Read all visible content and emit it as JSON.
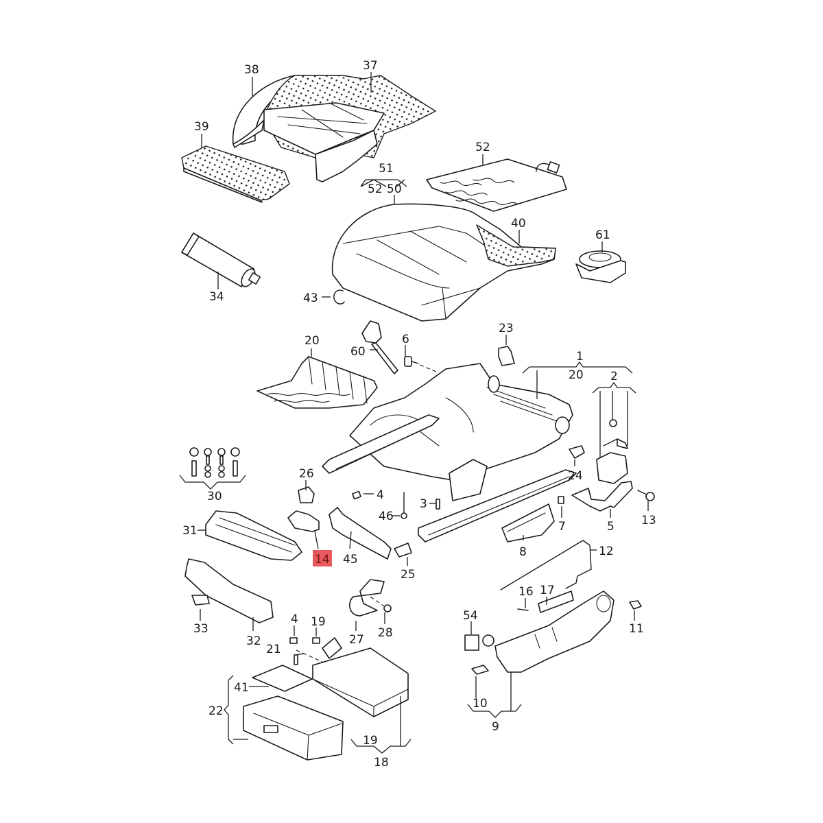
{
  "diagram": {
    "title": "Seat frame and cushion exploded parts diagram",
    "highlight_color": "#e8595d",
    "highlighted_part": "14",
    "labels": [
      {
        "id": "38",
        "text": "38"
      },
      {
        "id": "37",
        "text": "37"
      },
      {
        "id": "39",
        "text": "39"
      },
      {
        "id": "52a",
        "text": "52"
      },
      {
        "id": "51",
        "text": "51"
      },
      {
        "id": "52b",
        "text": "52"
      },
      {
        "id": "50",
        "text": "50"
      },
      {
        "id": "40",
        "text": "40"
      },
      {
        "id": "61",
        "text": "61"
      },
      {
        "id": "34",
        "text": "34"
      },
      {
        "id": "43",
        "text": "43"
      },
      {
        "id": "20a",
        "text": "20"
      },
      {
        "id": "60",
        "text": "60"
      },
      {
        "id": "6",
        "text": "6"
      },
      {
        "id": "23",
        "text": "23"
      },
      {
        "id": "1",
        "text": "1"
      },
      {
        "id": "20b",
        "text": "20"
      },
      {
        "id": "2",
        "text": "2"
      },
      {
        "id": "24",
        "text": "24"
      },
      {
        "id": "13",
        "text": "13"
      },
      {
        "id": "5",
        "text": "5"
      },
      {
        "id": "7",
        "text": "7"
      },
      {
        "id": "8",
        "text": "8"
      },
      {
        "id": "12",
        "text": "12"
      },
      {
        "id": "30",
        "text": "30"
      },
      {
        "id": "26",
        "text": "26"
      },
      {
        "id": "4a",
        "text": "4"
      },
      {
        "id": "3",
        "text": "3"
      },
      {
        "id": "46",
        "text": "46"
      },
      {
        "id": "31",
        "text": "31"
      },
      {
        "id": "14",
        "text": "14"
      },
      {
        "id": "45",
        "text": "45"
      },
      {
        "id": "25",
        "text": "25"
      },
      {
        "id": "16",
        "text": "16"
      },
      {
        "id": "17",
        "text": "17"
      },
      {
        "id": "11",
        "text": "11"
      },
      {
        "id": "54",
        "text": "54"
      },
      {
        "id": "33",
        "text": "33"
      },
      {
        "id": "32",
        "text": "32"
      },
      {
        "id": "4b",
        "text": "4"
      },
      {
        "id": "19a",
        "text": "19"
      },
      {
        "id": "27",
        "text": "27"
      },
      {
        "id": "28",
        "text": "28"
      },
      {
        "id": "21",
        "text": "21"
      },
      {
        "id": "41",
        "text": "41"
      },
      {
        "id": "22",
        "text": "22"
      },
      {
        "id": "19b",
        "text": "19"
      },
      {
        "id": "18",
        "text": "18"
      },
      {
        "id": "10",
        "text": "10"
      },
      {
        "id": "9",
        "text": "9"
      }
    ]
  }
}
